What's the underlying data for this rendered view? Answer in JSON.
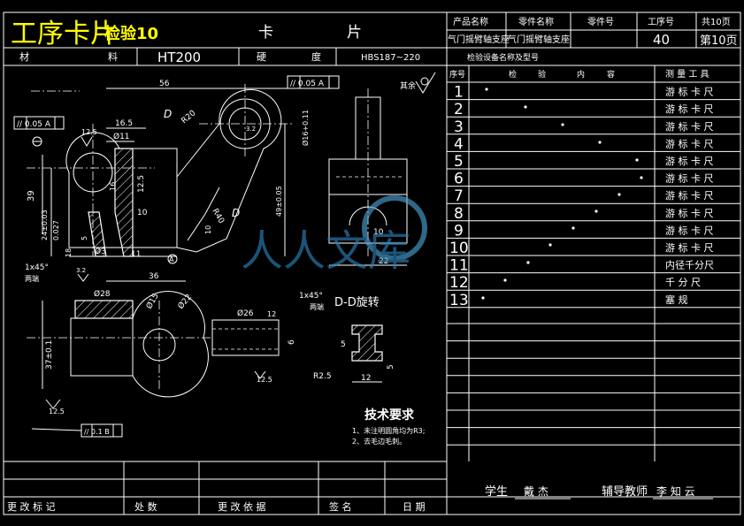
{
  "header": {
    "process_card_title": "工序卡片",
    "inspect_no": "检验10",
    "card_label": "卡",
    "piece_label": "片",
    "product_name_label": "产品名称",
    "part_name_label": "零件名称",
    "part_no_label": "零件号",
    "process_no_label": "工序号",
    "total_pages": "共10页",
    "product_name": "气门摇臂轴支座",
    "part_name": "气门摇臂轴支座",
    "process_no": "40",
    "page_no": "第10页",
    "material_label_1": "材",
    "material_label_2": "料",
    "material": "HT200",
    "hardness_label_1": "硬",
    "hardness_label_2": "度",
    "hardness": "HBS187~220",
    "equipment_label": "检验设备名称及型号"
  },
  "inspection_table": {
    "col_no": "序号",
    "col_content_1": "检",
    "col_content_2": "验",
    "col_content_3": "内",
    "col_content_4": "容",
    "col_tool": "测 量 工 具",
    "rows": [
      {
        "no": "1",
        "tool": "游 标 卡 尺"
      },
      {
        "no": "2",
        "tool": "游 标 卡 尺"
      },
      {
        "no": "3",
        "tool": "游 标 卡 尺"
      },
      {
        "no": "4",
        "tool": "游 标 卡 尺"
      },
      {
        "no": "5",
        "tool": "游 标 卡 尺"
      },
      {
        "no": "6",
        "tool": "游 标 卡 尺"
      },
      {
        "no": "7",
        "tool": "游 标 卡 尺"
      },
      {
        "no": "8",
        "tool": "游 标 卡 尺"
      },
      {
        "no": "9",
        "tool": "游 标 卡 尺"
      },
      {
        "no": "10",
        "tool": "游 标 卡 尺"
      },
      {
        "no": "11",
        "tool": "内径千分尺"
      },
      {
        "no": "12",
        "tool": "千 分 尺"
      },
      {
        "no": "13",
        "tool": "塞 规"
      }
    ]
  },
  "drawing": {
    "dim_56": "56",
    "dim_16_5": "16.5",
    "dim_11": "Ø11",
    "dim_r20": "R20",
    "dim_d_label": "D",
    "dim_16_tol": "Ø16+0.11",
    "dim_39": "39",
    "dim_24": "24±0.03",
    "dim_0027": "0.027",
    "dim_49": "49±0.05",
    "dim_16": "16",
    "dim_10a": "10",
    "dim_r40": "R40",
    "dim_10b": "10",
    "dim_5": "5",
    "dim_3": "Ø3",
    "dim_11b": "11",
    "dim_36": "36",
    "dim_18": "18",
    "dim_22": "22",
    "dim_10c": "10",
    "dim_28": "Ø28",
    "dim_15": "Ø15",
    "dim_22b": "Ø22",
    "dim_26": "Ø26",
    "dim_12": "12",
    "dim_6": "6",
    "dim_37": "37±0.1",
    "chamfer_1": "1x45°",
    "chamfer_2": "1x45°",
    "both_ends_1": "两端",
    "both_ends_2": "两端",
    "par_tol_1": "// 0.05 A",
    "par_tol_2": "// 0.05 A",
    "par_tol_3": "// 0.1 B",
    "rough_1": "12.5",
    "rough_2": "12.5",
    "rough_3": "3.2",
    "rough_4": "3.2",
    "rough_5": "12.5",
    "rough_6": "12.5",
    "rough_rest": "其余",
    "datum_a": "A",
    "section_label": "D-D旋转",
    "sec_5a": "5",
    "sec_5b": "5",
    "sec_r25": "R2.5",
    "sec_12": "12",
    "tech_title": "技术要求",
    "tech_1": "1、未注明圆角均为R3;",
    "tech_2": "2、去毛边毛刺。"
  },
  "footer": {
    "change_mark": "更 改 标 记",
    "place": "处 数",
    "change_basis": "更 改 依 据",
    "sign": "签 名",
    "date": "日 期",
    "student_label": "学生",
    "student_name": "戴 杰",
    "teacher_label": "辅导教师",
    "teacher_name": "李 知 云"
  },
  "watermark": {
    "text": "人人文库"
  }
}
